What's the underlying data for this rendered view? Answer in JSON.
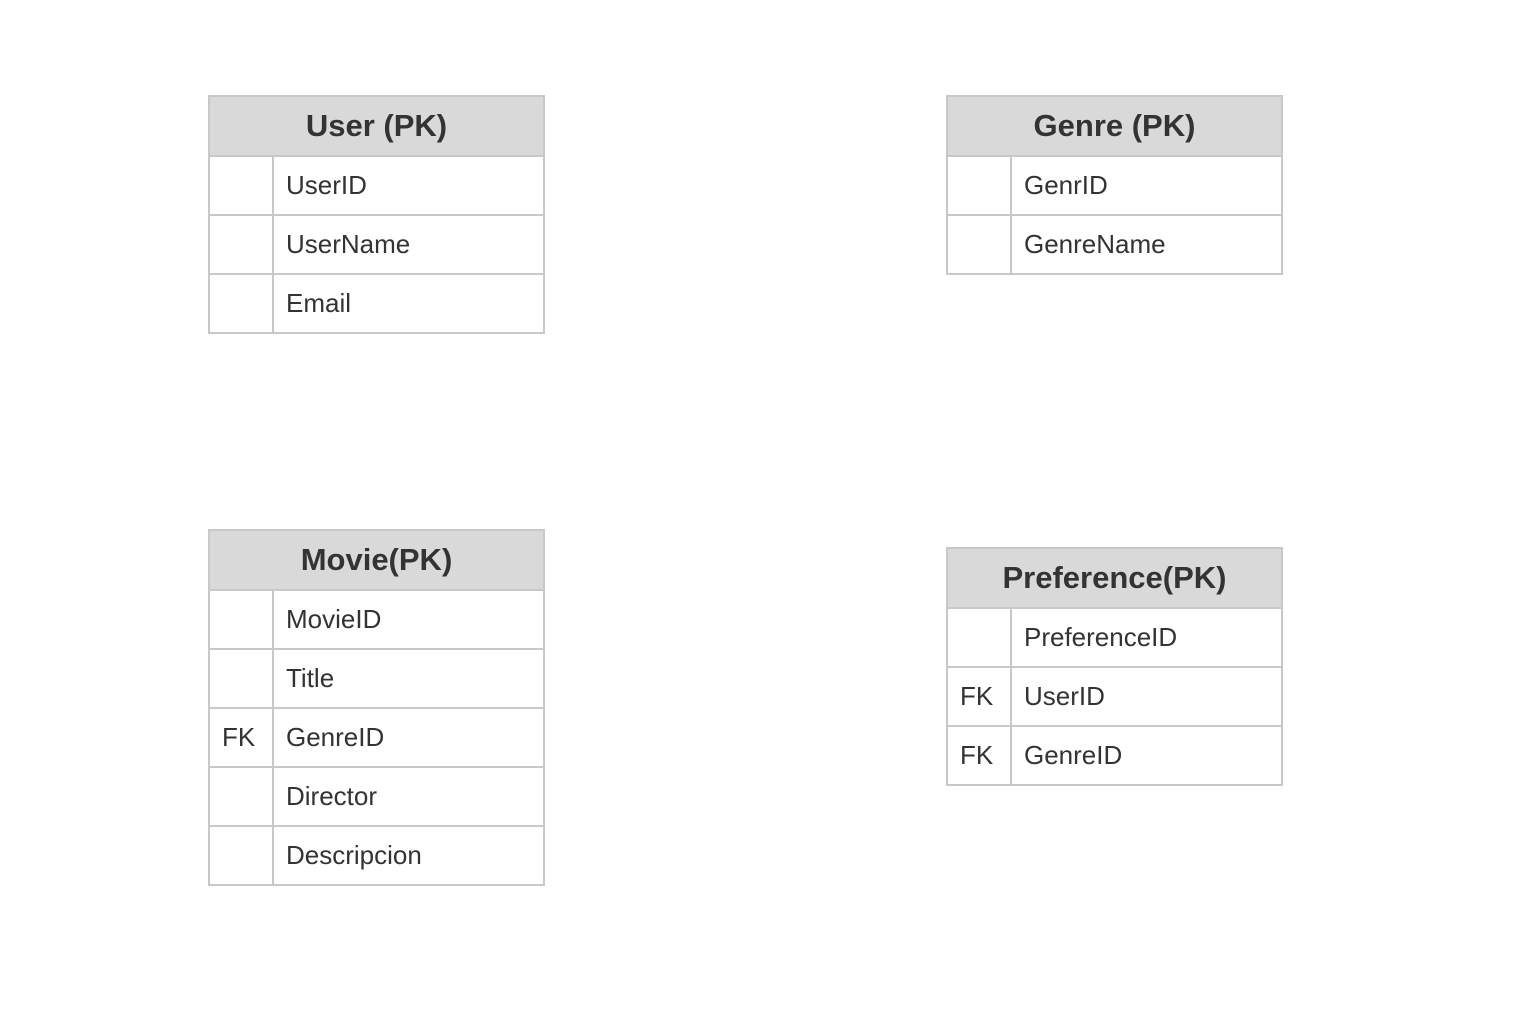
{
  "entities": {
    "user": {
      "title": "User (PK)",
      "rows": [
        {
          "key": "",
          "field": "UserID"
        },
        {
          "key": "",
          "field": "UserName"
        },
        {
          "key": "",
          "field": "Email"
        }
      ]
    },
    "genre": {
      "title": "Genre (PK)",
      "rows": [
        {
          "key": "",
          "field": "GenrID"
        },
        {
          "key": "",
          "field": "GenreName"
        }
      ]
    },
    "movie": {
      "title": "Movie(PK)",
      "rows": [
        {
          "key": "",
          "field": "MovieID"
        },
        {
          "key": "",
          "field": "Title"
        },
        {
          "key": "FK",
          "field": "GenreID"
        },
        {
          "key": "",
          "field": "Director"
        },
        {
          "key": "",
          "field": "Descripcion"
        }
      ]
    },
    "preference": {
      "title": "Preference(PK)",
      "rows": [
        {
          "key": "",
          "field": "PreferenceID"
        },
        {
          "key": "FK",
          "field": "UserID"
        },
        {
          "key": "FK",
          "field": "GenreID"
        }
      ]
    }
  },
  "colors": {
    "header_bg": "#d9d9d9",
    "border": "#c8c8c8",
    "text": "#333333",
    "background": "#ffffff"
  }
}
